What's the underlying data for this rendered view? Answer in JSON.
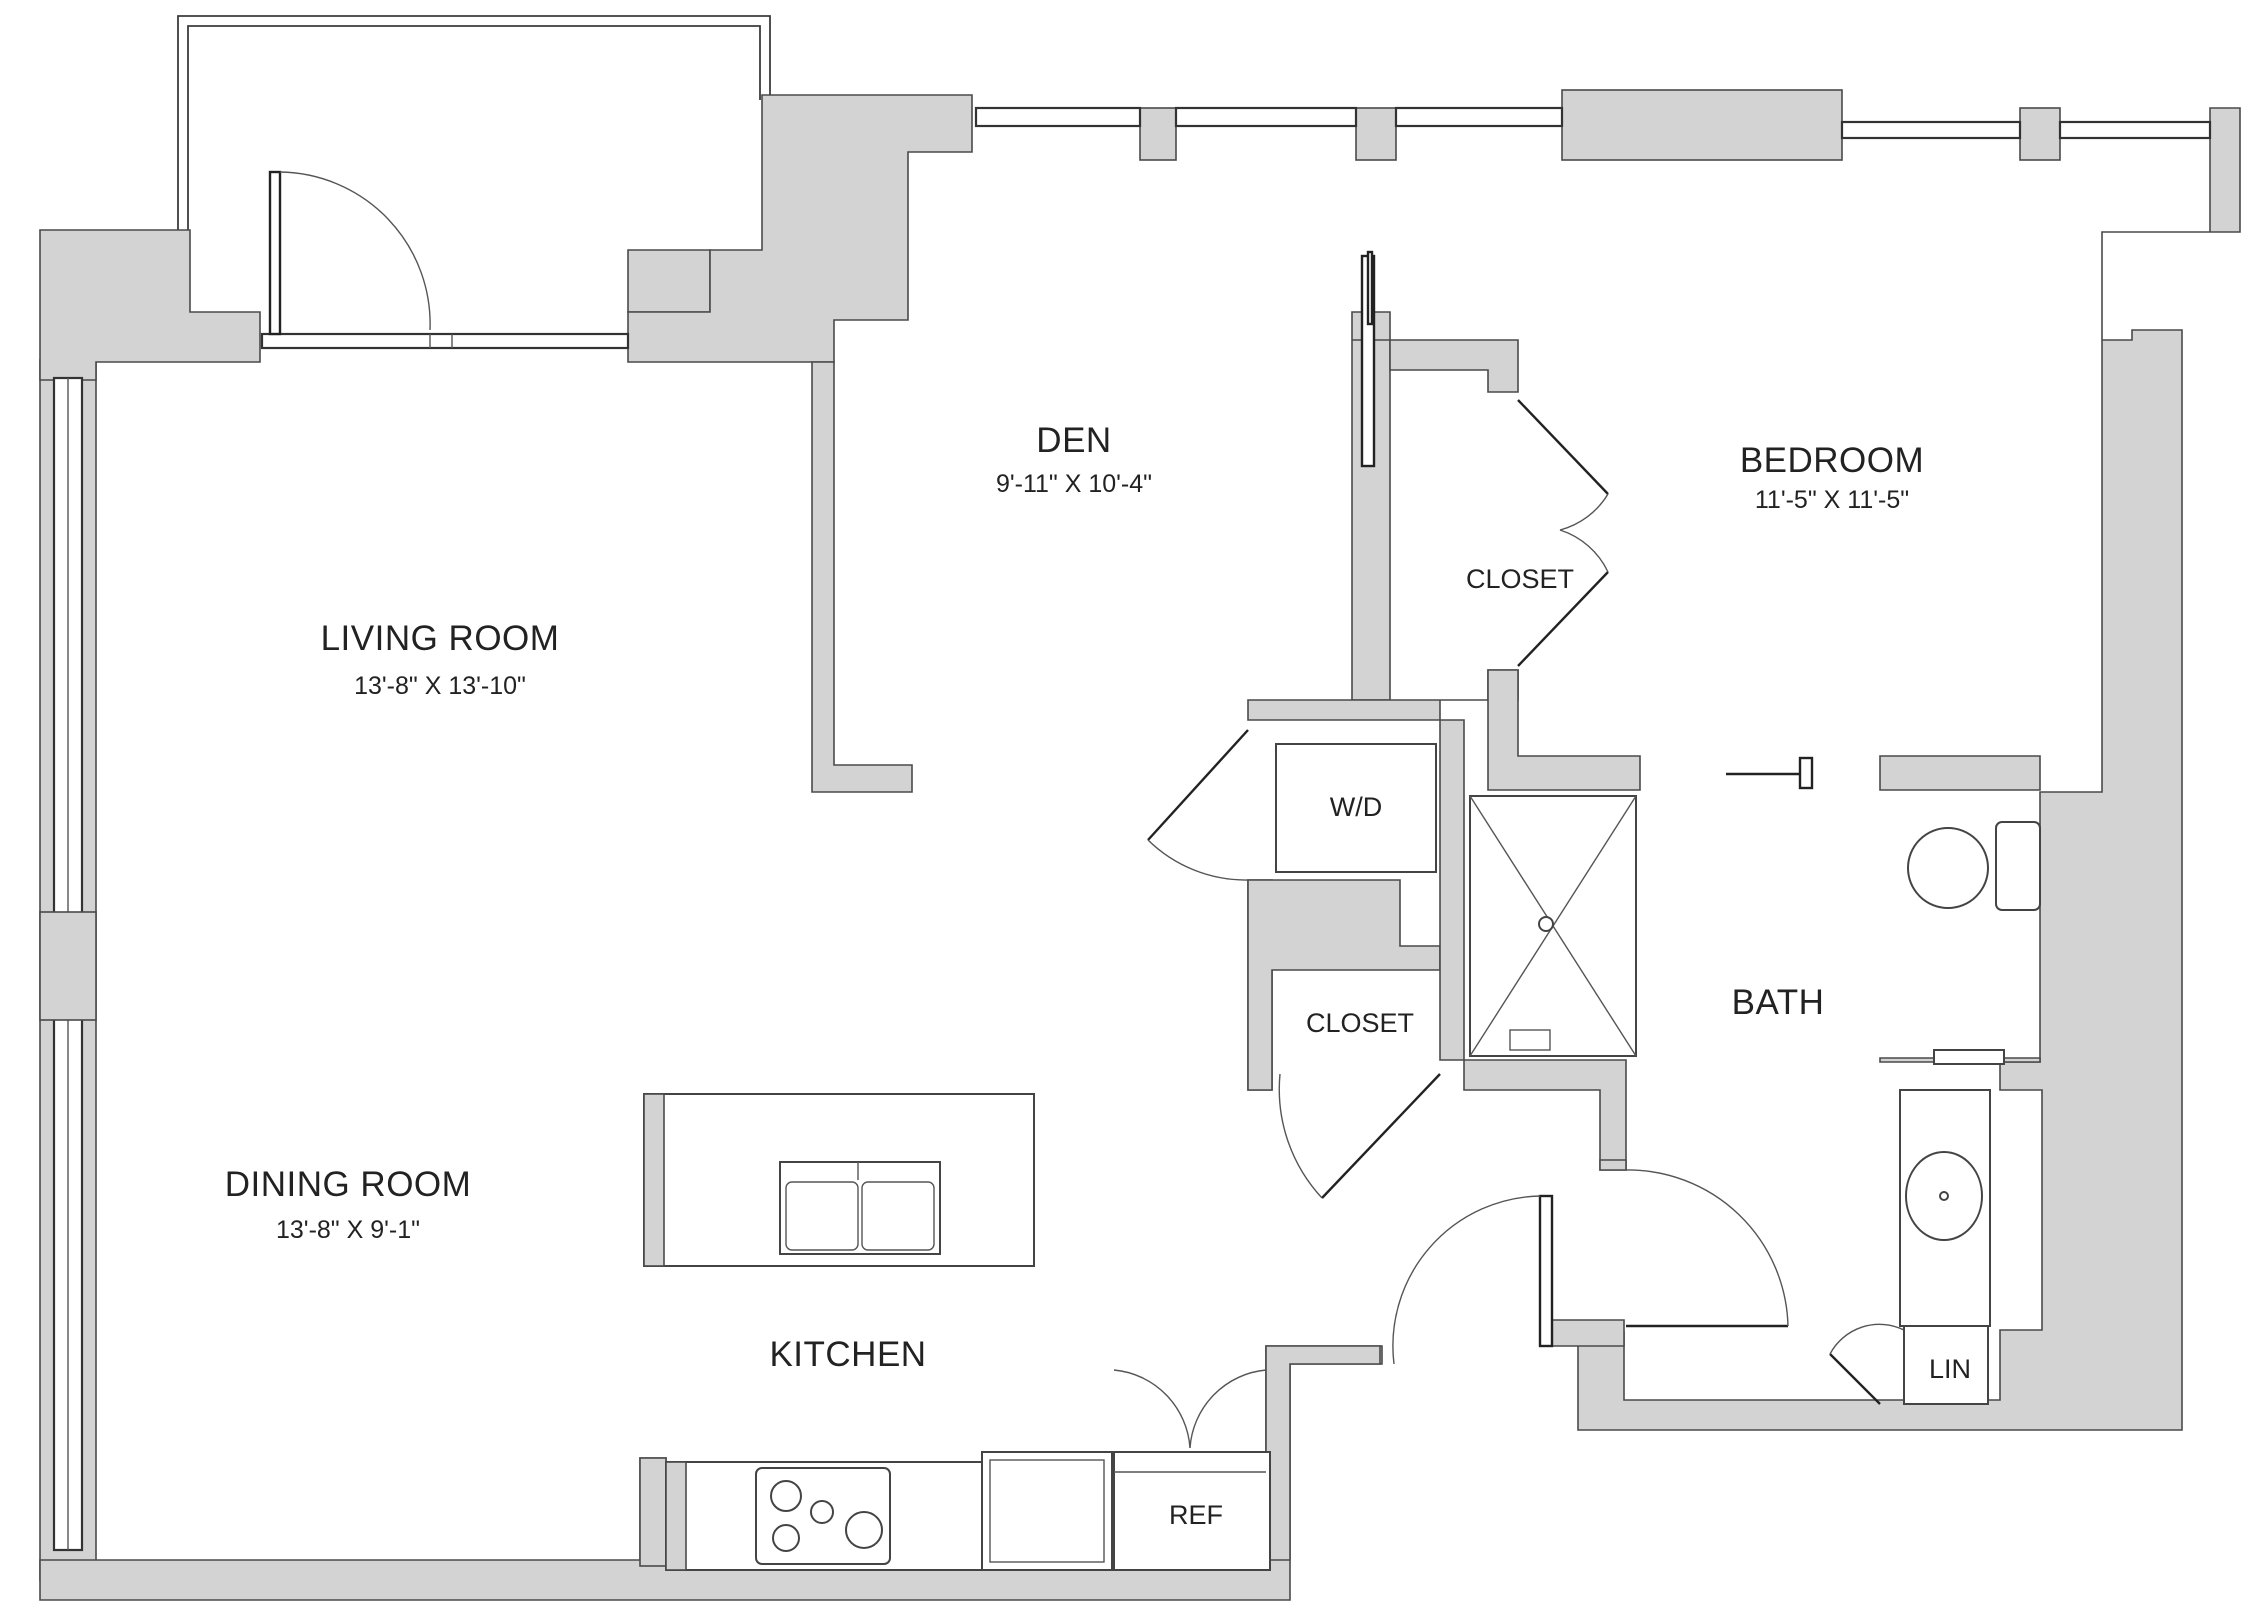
{
  "rooms": {
    "den": {
      "name": "DEN",
      "dims": "9'-11\" X 10'-4\""
    },
    "bedroom": {
      "name": "BEDROOM",
      "dims": "11'-5\" X 11'-5\""
    },
    "living_room": {
      "name": "LIVING ROOM",
      "dims": "13'-8\" X 13'-10\""
    },
    "dining_room": {
      "name": "DINING ROOM",
      "dims": "13'-8\" X 9'-1\""
    },
    "kitchen": {
      "name": "KITCHEN"
    },
    "bath": {
      "name": "BATH"
    },
    "closet_bedroom": {
      "name": "CLOSET"
    },
    "closet_hall": {
      "name": "CLOSET"
    }
  },
  "fixtures": {
    "washer_dryer": "W/D",
    "refrigerator": "REF",
    "linen": "LIN"
  },
  "colors": {
    "wall_fill": "#d3d3d3",
    "line": "#3c3c3c",
    "background": "#ffffff"
  }
}
